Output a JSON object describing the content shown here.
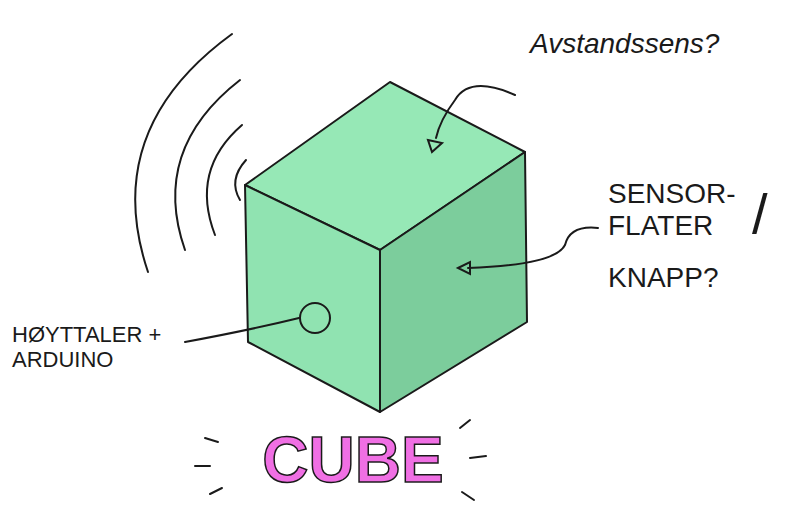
{
  "diagram": {
    "labels": [
      "Avstandssens?",
      "SENSOR- FLATER",
      "/",
      "KNAPP?",
      "HØYTTALER + ARDUINO",
      "CUBE"
    ]
  }
}
